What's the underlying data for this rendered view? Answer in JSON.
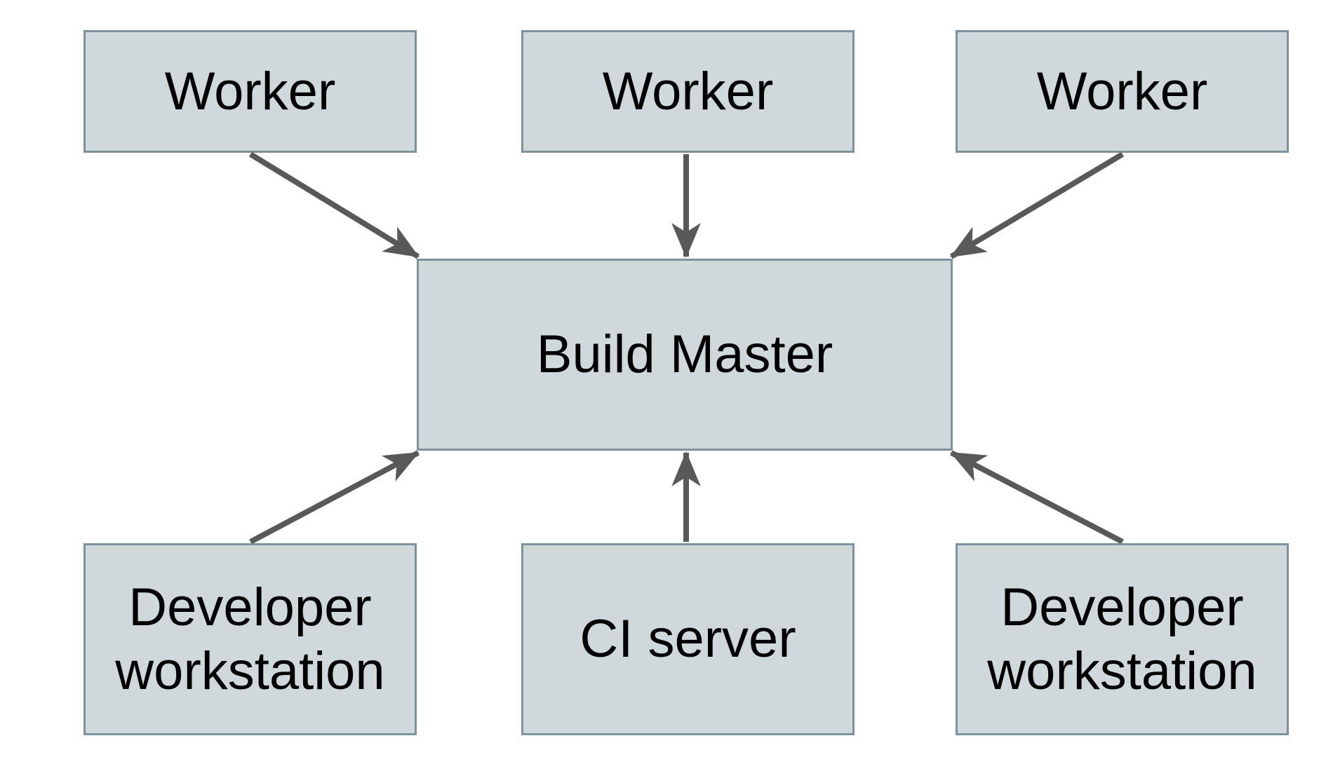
{
  "diagram": {
    "type": "flowchart",
    "description": "Distributed build system topology: workers, developer workstations and a CI server all connect to a central Build Master",
    "nodes": [
      {
        "id": "worker-1",
        "label": "Worker"
      },
      {
        "id": "worker-2",
        "label": "Worker"
      },
      {
        "id": "worker-3",
        "label": "Worker"
      },
      {
        "id": "build-master",
        "label": "Build Master"
      },
      {
        "id": "developer-workstation-left",
        "label": "Developer workstation"
      },
      {
        "id": "ci-server",
        "label": "CI server"
      },
      {
        "id": "developer-workstation-right",
        "label": "Developer workstation"
      }
    ],
    "edges": [
      {
        "from": "worker-1",
        "to": "build-master"
      },
      {
        "from": "worker-2",
        "to": "build-master"
      },
      {
        "from": "worker-3",
        "to": "build-master"
      },
      {
        "from": "developer-workstation-left",
        "to": "build-master"
      },
      {
        "from": "ci-server",
        "to": "build-master"
      },
      {
        "from": "developer-workstation-right",
        "to": "build-master"
      }
    ],
    "colors": {
      "background": "#ffffff",
      "node_fill": "#cfd8da",
      "node_border": "#7d929d",
      "arrow": "#595959",
      "text": "#000000"
    }
  }
}
